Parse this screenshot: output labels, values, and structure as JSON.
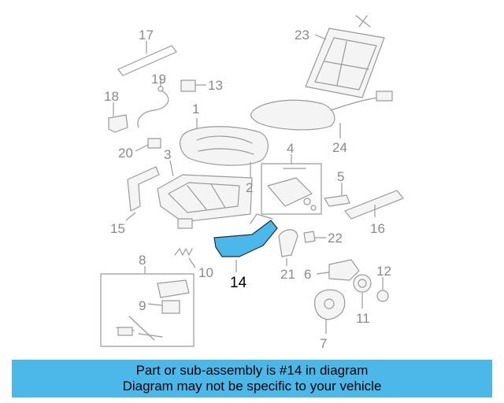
{
  "diagram": {
    "highlighted_part": "14",
    "callouts": [
      "1",
      "2",
      "3",
      "4",
      "5",
      "6",
      "7",
      "8",
      "9",
      "10",
      "11",
      "12",
      "13",
      "14",
      "15",
      "16",
      "17",
      "18",
      "19",
      "20",
      "21",
      "22",
      "23",
      "24"
    ]
  },
  "banner": {
    "line1": "Part or sub-assembly is #14 in diagram",
    "line2": "Diagram may not be specific to your vehicle",
    "color": "#4cb8ea"
  },
  "colors": {
    "highlight": "#4cb8ea",
    "line_art": "#9a9a9a"
  }
}
